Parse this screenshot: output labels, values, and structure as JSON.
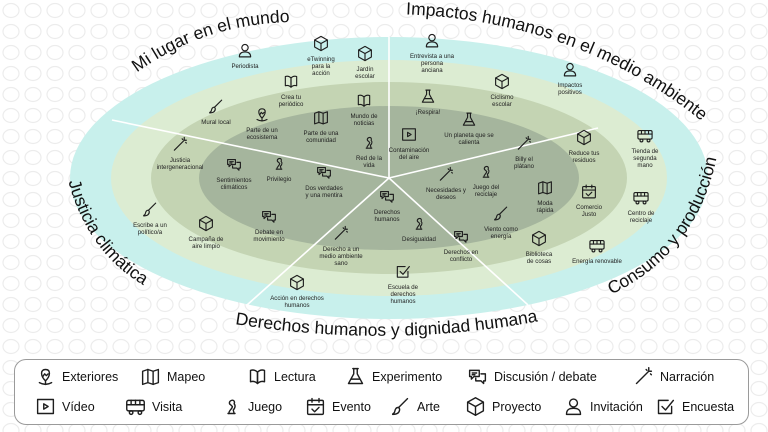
{
  "sections": {
    "mundo": "Mi lugar en el mundo",
    "impactos": "Impactos humanos en el medio ambiente",
    "consumo": "Consumo y producción",
    "derechos": "Derechos humanos y dignidad humana",
    "justicia": "Justicia climática"
  },
  "activities": [
    {
      "id": "periodista",
      "lines": [
        "Periodista"
      ],
      "icon": "invitation-icon"
    },
    {
      "id": "etwinning",
      "lines": [
        "eTwinning",
        "para la",
        "acción"
      ],
      "icon": "project-icon"
    },
    {
      "id": "jardin",
      "lines": [
        "Jardín",
        "escolar"
      ],
      "icon": "project-icon"
    },
    {
      "id": "crea-periodico",
      "lines": [
        "Crea tu",
        "periódico"
      ],
      "icon": "reading-icon"
    },
    {
      "id": "mural",
      "lines": [
        "Mural local"
      ],
      "icon": "art-icon"
    },
    {
      "id": "ecosistema",
      "lines": [
        "Parte de un",
        "ecosistema"
      ],
      "icon": "outdoors-icon"
    },
    {
      "id": "comunidad",
      "lines": [
        "Parte de una",
        "comunidad"
      ],
      "icon": "map-icon"
    },
    {
      "id": "noticias",
      "lines": [
        "Mundo de",
        "noticias"
      ],
      "icon": "reading-icon"
    },
    {
      "id": "red-vida",
      "lines": [
        "Red de la",
        "vida"
      ],
      "icon": "game-icon"
    },
    {
      "id": "justicia-intergen",
      "lines": [
        "Justicia",
        "intergeneracional"
      ],
      "icon": "narration-icon"
    },
    {
      "id": "sentimientos",
      "lines": [
        "Sentimientos",
        "climáticos"
      ],
      "icon": "discussion-icon"
    },
    {
      "id": "privilegio",
      "lines": [
        "Privilegio"
      ],
      "icon": "game-icon"
    },
    {
      "id": "dos-verdades",
      "lines": [
        "Dos verdades",
        "y una mentira"
      ],
      "icon": "discussion-icon"
    },
    {
      "id": "politico",
      "lines": [
        "Escribe a un",
        "político/a"
      ],
      "icon": "art-icon"
    },
    {
      "id": "campana",
      "lines": [
        "Campaña de",
        "aire limpio"
      ],
      "icon": "project-icon"
    },
    {
      "id": "debate",
      "lines": [
        "Debate en",
        "movimiento"
      ],
      "icon": "discussion-icon"
    },
    {
      "id": "medio-sano",
      "lines": [
        "Derecho a un",
        "medio ambiente",
        "sano"
      ],
      "icon": "narration-icon"
    },
    {
      "id": "derechos-humanos",
      "lines": [
        "Derechos",
        "humanos"
      ],
      "icon": "discussion-icon"
    },
    {
      "id": "desigualdad",
      "lines": [
        "Desigualdad"
      ],
      "icon": "game-icon"
    },
    {
      "id": "conflicto",
      "lines": [
        "Derechos en",
        "conflicto"
      ],
      "icon": "discussion-icon"
    },
    {
      "id": "accion-dh",
      "lines": [
        "Acción en derechos",
        "humanos"
      ],
      "icon": "project-icon"
    },
    {
      "id": "escuela-dh",
      "lines": [
        "Escuela de",
        "derechos",
        "humanos"
      ],
      "icon": "survey-icon"
    },
    {
      "id": "entrevista",
      "lines": [
        "Entrevista a una",
        "persona",
        "anciana"
      ],
      "icon": "invitation-icon"
    },
    {
      "id": "respira",
      "lines": [
        "¡Respira!"
      ],
      "icon": "experiment-icon"
    },
    {
      "id": "ciclismo",
      "lines": [
        "Ciclismo",
        "escolar"
      ],
      "icon": "project-icon"
    },
    {
      "id": "impactos-positivos",
      "lines": [
        "Impactos",
        "positivos"
      ],
      "icon": "invitation-icon"
    },
    {
      "id": "contaminacion",
      "lines": [
        "Contaminación",
        "del aire"
      ],
      "icon": "video-icon"
    },
    {
      "id": "planeta",
      "lines": [
        "Un planeta que se",
        "calienta"
      ],
      "icon": "experiment-icon"
    },
    {
      "id": "billy",
      "lines": [
        "Billy el",
        "plátano"
      ],
      "icon": "narration-icon"
    },
    {
      "id": "reduce",
      "lines": [
        "Reduce tus",
        "residuos"
      ],
      "icon": "project-icon"
    },
    {
      "id": "tienda",
      "lines": [
        "Tienda de",
        "segunda",
        "mano"
      ],
      "icon": "visit-icon"
    },
    {
      "id": "necesidades",
      "lines": [
        "Necesidades y",
        "deseos"
      ],
      "icon": "narration-icon"
    },
    {
      "id": "reciclaje-juego",
      "lines": [
        "Juego del",
        "reciclaje"
      ],
      "icon": "game-icon"
    },
    {
      "id": "moda",
      "lines": [
        "Moda",
        "rápida"
      ],
      "icon": "map-icon"
    },
    {
      "id": "comercio",
      "lines": [
        "Comercio",
        "Justo"
      ],
      "icon": "event-icon"
    },
    {
      "id": "centro-reciclaje",
      "lines": [
        "Centro de",
        "reciclaje"
      ],
      "icon": "visit-icon"
    },
    {
      "id": "viento",
      "lines": [
        "Viento como",
        "energía"
      ],
      "icon": "art-icon"
    },
    {
      "id": "biblioteca",
      "lines": [
        "Biblioteca",
        "de cosas"
      ],
      "icon": "project-icon"
    },
    {
      "id": "renovable",
      "lines": [
        "Energía renovable"
      ],
      "icon": "visit-icon"
    }
  ],
  "legend": [
    {
      "label": "Exteriores",
      "icon": "outdoors-icon"
    },
    {
      "label": "Mapeo",
      "icon": "map-icon"
    },
    {
      "label": "Lectura",
      "icon": "reading-icon"
    },
    {
      "label": "Experimento",
      "icon": "experiment-icon"
    },
    {
      "label": "Discusión / debate",
      "icon": "discussion-icon"
    },
    {
      "label": "Narración",
      "icon": "narration-icon"
    },
    {
      "label": "Vídeo",
      "icon": "video-icon"
    },
    {
      "label": "Visita",
      "icon": "visit-icon"
    },
    {
      "label": "Juego",
      "icon": "game-icon"
    },
    {
      "label": "Evento",
      "icon": "event-icon"
    },
    {
      "label": "Arte",
      "icon": "art-icon"
    },
    {
      "label": "Proyecto",
      "icon": "project-icon"
    },
    {
      "label": "Invitación",
      "icon": "invitation-icon"
    },
    {
      "label": "Encuesta",
      "icon": "survey-icon"
    }
  ],
  "colors": {
    "outer_ring": "#c8f0ec",
    "ring2": "#dcecd2",
    "ring3": "#c4d4b3",
    "core": "#a5b59d",
    "pattern": "#ececec",
    "divider": "#ffffff",
    "text": "#222222"
  }
}
